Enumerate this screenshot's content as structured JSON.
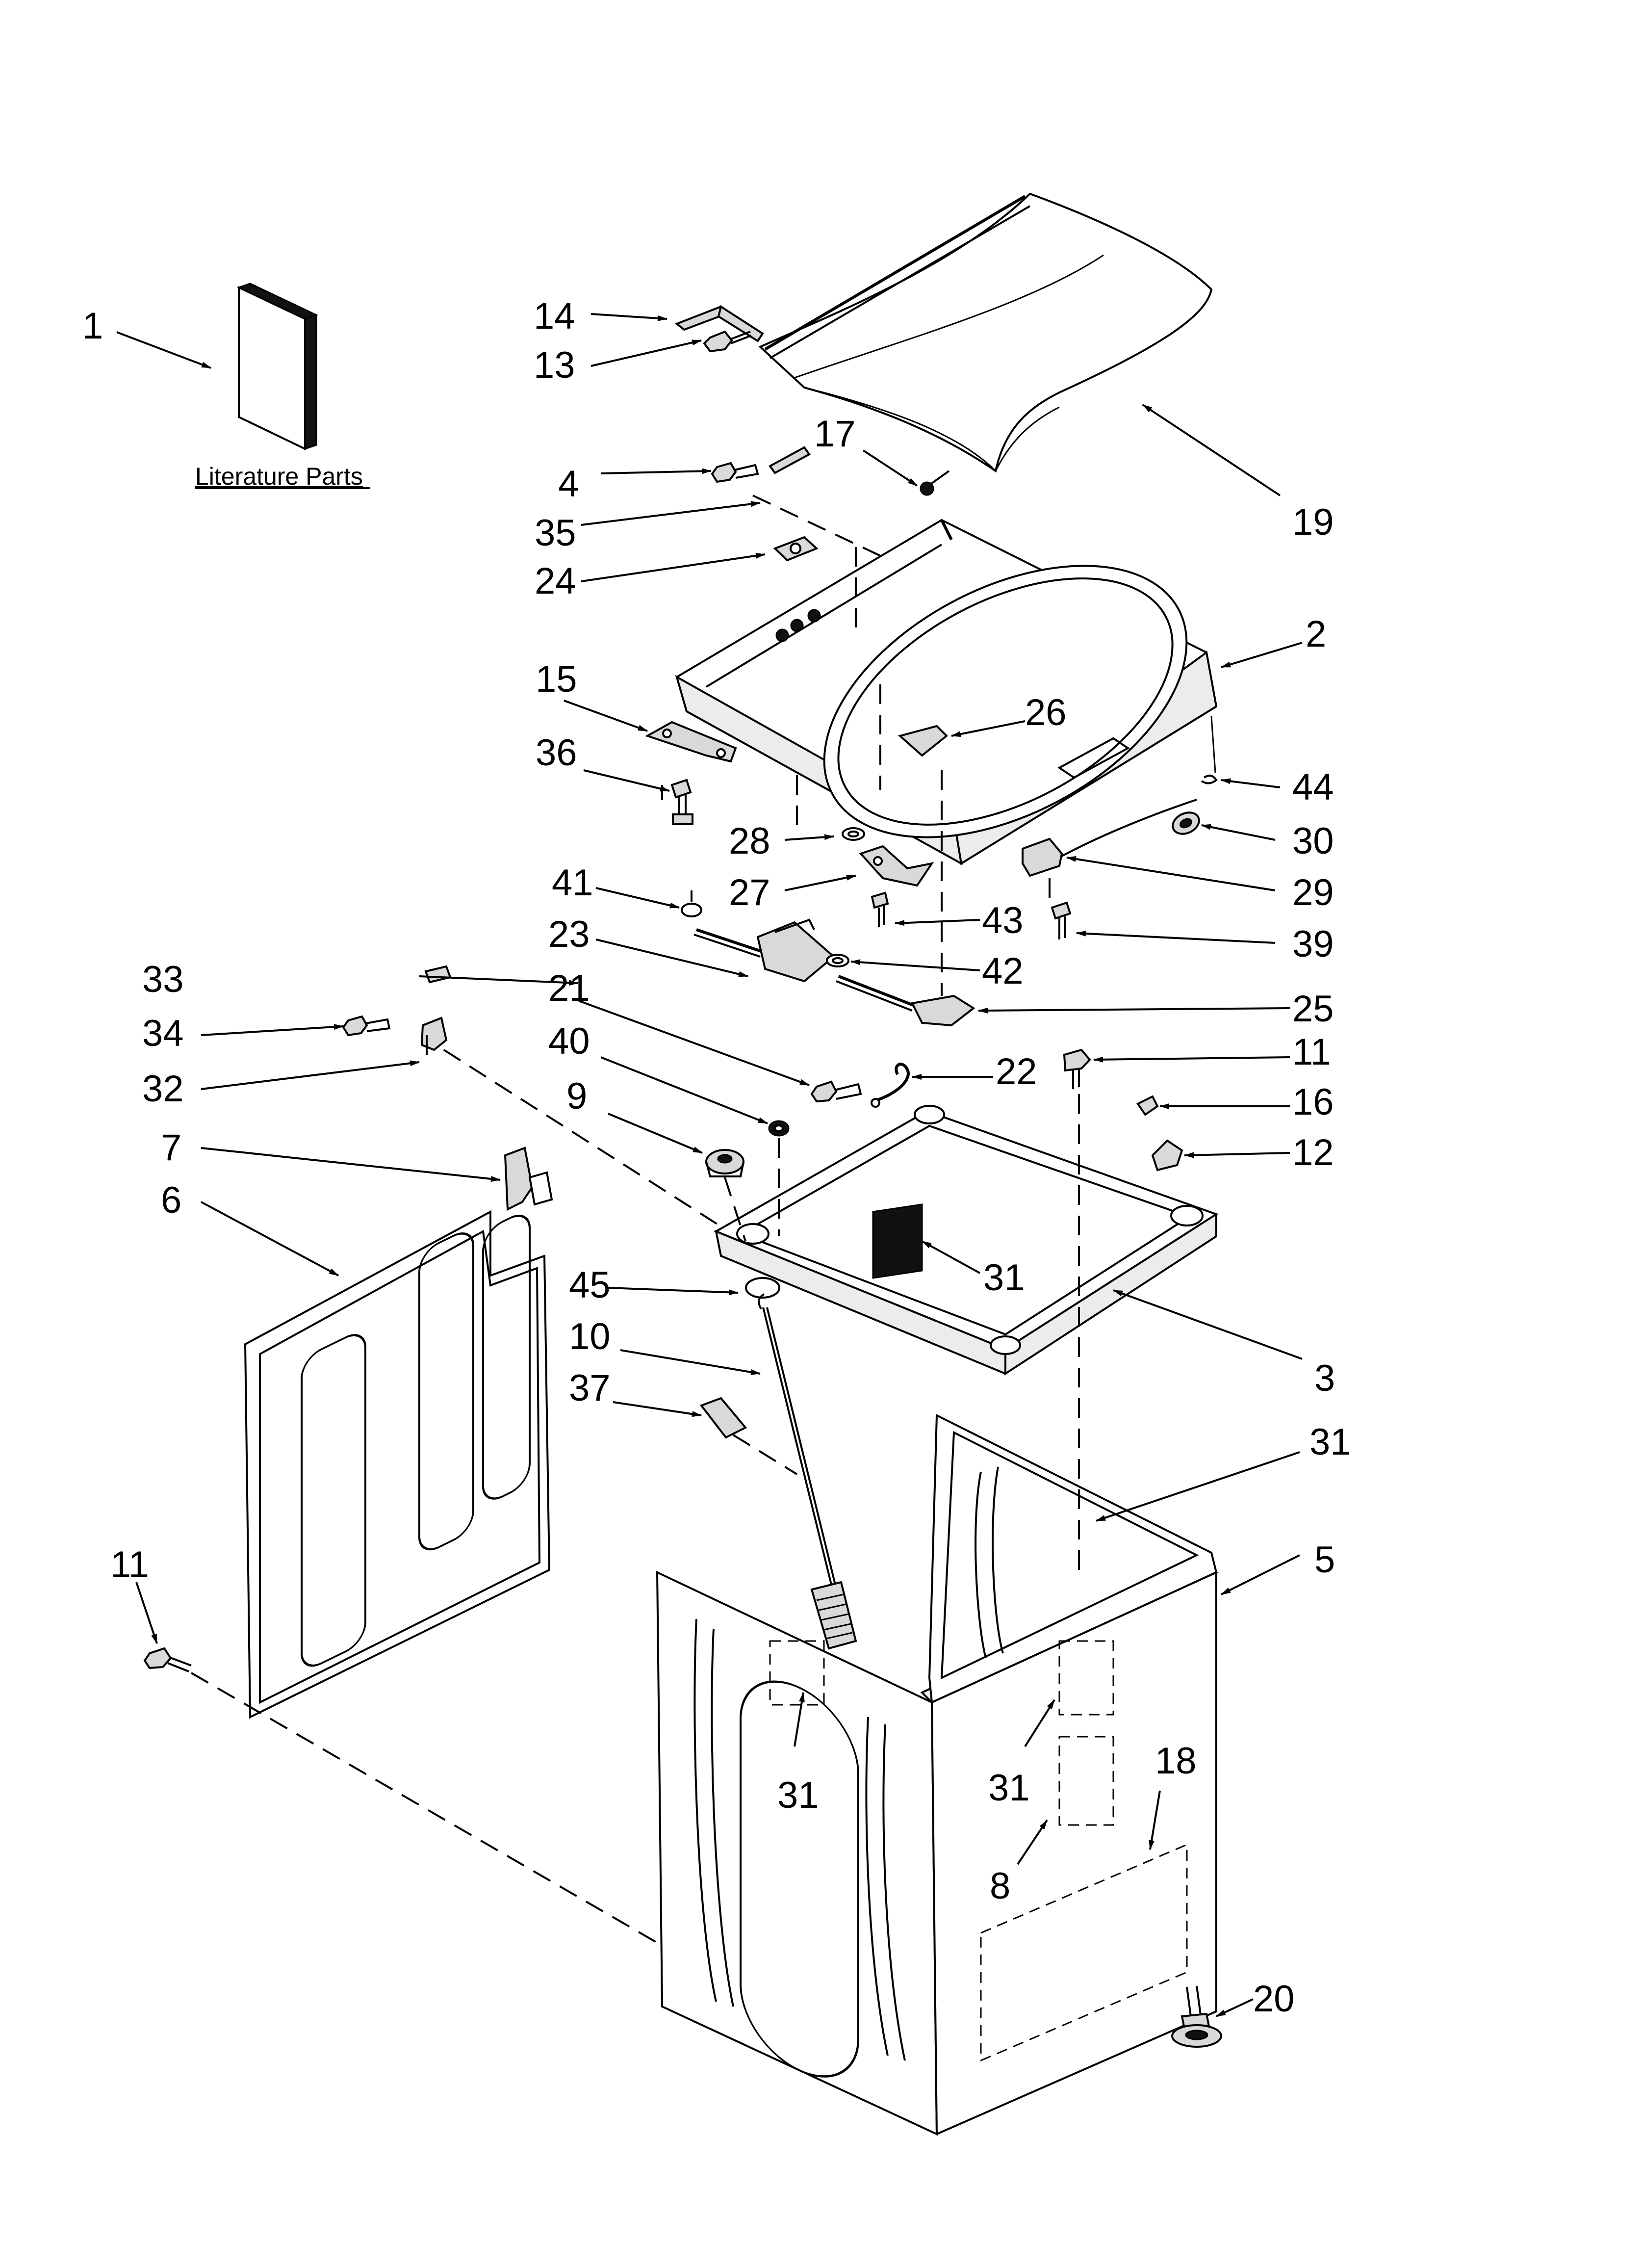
{
  "literature_caption": "Literature Parts",
  "callouts": [
    {
      "id": "c1",
      "num": "1"
    },
    {
      "id": "c14",
      "num": "14"
    },
    {
      "id": "c13",
      "num": "13"
    },
    {
      "id": "c17",
      "num": "17"
    },
    {
      "id": "c19",
      "num": "19"
    },
    {
      "id": "c4",
      "num": "4"
    },
    {
      "id": "c35",
      "num": "35"
    },
    {
      "id": "c24",
      "num": "24"
    },
    {
      "id": "c2",
      "num": "2"
    },
    {
      "id": "c15",
      "num": "15"
    },
    {
      "id": "c26",
      "num": "26"
    },
    {
      "id": "c36",
      "num": "36"
    },
    {
      "id": "c44",
      "num": "44"
    },
    {
      "id": "c28",
      "num": "28"
    },
    {
      "id": "c30",
      "num": "30"
    },
    {
      "id": "c27",
      "num": "27"
    },
    {
      "id": "c29",
      "num": "29"
    },
    {
      "id": "c41",
      "num": "41"
    },
    {
      "id": "c43",
      "num": "43"
    },
    {
      "id": "c39",
      "num": "39"
    },
    {
      "id": "c23",
      "num": "23"
    },
    {
      "id": "c42",
      "num": "42"
    },
    {
      "id": "c33",
      "num": "33"
    },
    {
      "id": "c21",
      "num": "21"
    },
    {
      "id": "c25",
      "num": "25"
    },
    {
      "id": "c34",
      "num": "34"
    },
    {
      "id": "c40",
      "num": "40"
    },
    {
      "id": "c11a",
      "num": "11"
    },
    {
      "id": "c22",
      "num": "22"
    },
    {
      "id": "c32",
      "num": "32"
    },
    {
      "id": "c9",
      "num": "9"
    },
    {
      "id": "c16",
      "num": "16"
    },
    {
      "id": "c7",
      "num": "7"
    },
    {
      "id": "c12",
      "num": "12"
    },
    {
      "id": "c6",
      "num": "6"
    },
    {
      "id": "c31a",
      "num": "31"
    },
    {
      "id": "c45",
      "num": "45"
    },
    {
      "id": "c3",
      "num": "3"
    },
    {
      "id": "c10",
      "num": "10"
    },
    {
      "id": "c37",
      "num": "37"
    },
    {
      "id": "c31b",
      "num": "31"
    },
    {
      "id": "c5",
      "num": "5"
    },
    {
      "id": "c11b",
      "num": "11"
    },
    {
      "id": "c31c",
      "num": "31"
    },
    {
      "id": "c31d",
      "num": "31"
    },
    {
      "id": "c18",
      "num": "18"
    },
    {
      "id": "c8",
      "num": "8"
    },
    {
      "id": "c20",
      "num": "20"
    }
  ]
}
